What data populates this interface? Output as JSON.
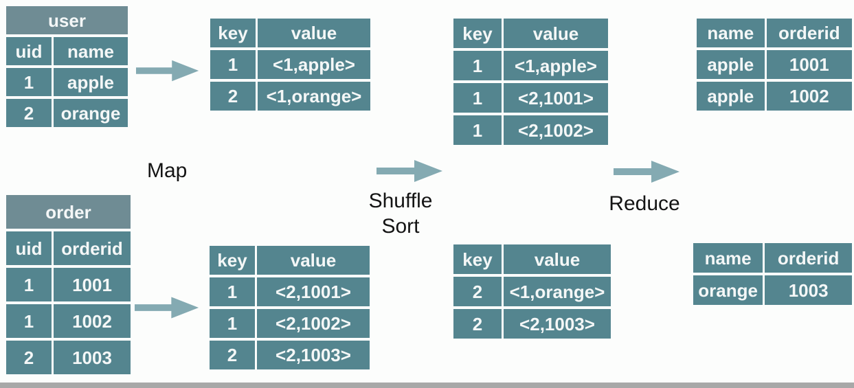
{
  "colors": {
    "cell": "#54858f",
    "header": "#6f8c94",
    "arrow": "#84aab2",
    "cell_text": "#f4f7f7",
    "label_text": "#141414",
    "background": "#fcfdfc",
    "bottom_bar": "#a8a8a8"
  },
  "labels": {
    "map": "Map",
    "shuffle": "Shuffle",
    "sort": "Sort",
    "reduce": "Reduce"
  },
  "tables": {
    "user": {
      "title": "user",
      "headers": [
        "uid",
        "name"
      ],
      "rows": [
        [
          "1",
          "apple"
        ],
        [
          "2",
          "orange"
        ]
      ]
    },
    "order": {
      "title": "order",
      "headers": [
        "uid",
        "orderid"
      ],
      "rows": [
        [
          "1",
          "1001"
        ],
        [
          "1",
          "1002"
        ],
        [
          "2",
          "1003"
        ]
      ]
    },
    "map_out_user": {
      "headers": [
        "key",
        "value"
      ],
      "rows": [
        [
          "1",
          "<1,apple>"
        ],
        [
          "2",
          "<1,orange>"
        ]
      ]
    },
    "map_out_order": {
      "headers": [
        "key",
        "value"
      ],
      "rows": [
        [
          "1",
          "<2,1001>"
        ],
        [
          "1",
          "<2,1002>"
        ],
        [
          "2",
          "<2,1003>"
        ]
      ]
    },
    "shuffle_key1": {
      "headers": [
        "key",
        "value"
      ],
      "rows": [
        [
          "1",
          "<1,apple>"
        ],
        [
          "1",
          "<2,1001>"
        ],
        [
          "1",
          "<2,1002>"
        ]
      ]
    },
    "shuffle_key2": {
      "headers": [
        "key",
        "value"
      ],
      "rows": [
        [
          "2",
          "<1,orange>"
        ],
        [
          "2",
          "<2,1003>"
        ]
      ]
    },
    "reduce_key1": {
      "headers": [
        "name",
        "orderid"
      ],
      "rows": [
        [
          "apple",
          "1001"
        ],
        [
          "apple",
          "1002"
        ]
      ]
    },
    "reduce_key2": {
      "headers": [
        "name",
        "orderid"
      ],
      "rows": [
        [
          "orange",
          "1003"
        ]
      ]
    }
  }
}
